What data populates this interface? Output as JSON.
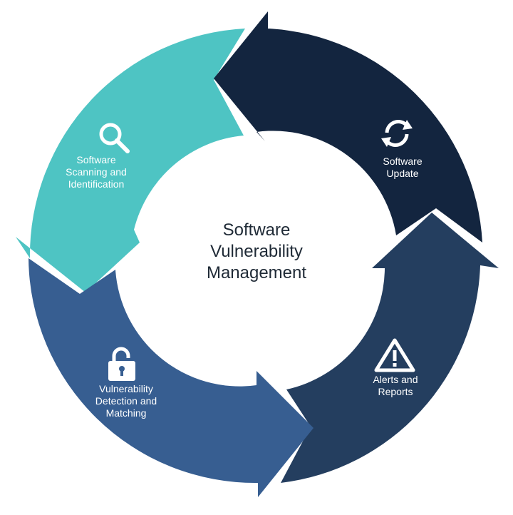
{
  "center": {
    "lines": [
      "Software",
      "Vulnerability",
      "Management"
    ]
  },
  "segments": [
    {
      "id": "scanning",
      "icon": "magnifier-icon",
      "color": "#4ec4c3",
      "lines": [
        "Software",
        "Scanning and",
        "Identification"
      ]
    },
    {
      "id": "update",
      "icon": "refresh-icon",
      "color": "#13253f",
      "lines": [
        "Software",
        "Update"
      ]
    },
    {
      "id": "alerts",
      "icon": "warning-icon",
      "color": "#243e5f",
      "lines": [
        "Alerts and",
        "Reports"
      ]
    },
    {
      "id": "detection",
      "icon": "unlocked-padlock-icon",
      "color": "#375e91",
      "lines": [
        "Vulnerability",
        "Detection and",
        "Matching"
      ]
    }
  ]
}
